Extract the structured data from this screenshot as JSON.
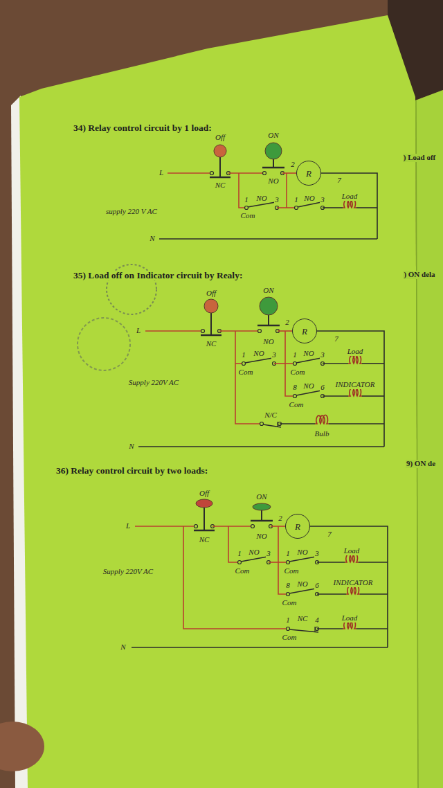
{
  "diagram": {
    "nodes": [
      {
        "text": [
          "R"
        ]
      },
      {
        "text": [
          "R"
        ]
      },
      {
        "text": [
          "R"
        ]
      }
    ],
    "labels": [
      ") Load off",
      "34) Relay control circuit by 1 load:",
      "Off",
      "ON",
      "L",
      "NC",
      "NO",
      "2",
      "7",
      "Load",
      "1",
      "NO",
      "3",
      "Com",
      "1",
      "NO",
      "3",
      "supply 220 V AC",
      "N",
      ") ON dela",
      "35) Load off on Indicator circuit by Realy:",
      "Off",
      "ON",
      "L",
      "NC",
      "NO",
      "2",
      "7",
      "1",
      "NO",
      "3",
      "Com",
      "1",
      "NO",
      "3",
      "Com",
      "Load",
      "8",
      "NO",
      "6",
      "Com",
      "INDICATOR",
      "Supply 220V AC",
      "N/C",
      "Bulb",
      "N",
      "9) ON de",
      "36) Relay control circuit by two loads:",
      "Off",
      "ON",
      "L",
      "NC",
      "NO",
      "2",
      "7",
      "1",
      "NO",
      "3",
      "Com",
      "1",
      "NO",
      "3",
      "Com",
      "Load",
      "8",
      "NO",
      "6",
      "Com",
      "INDICATOR",
      "Supply 220V AC",
      "1",
      "NC",
      "4",
      "Com",
      "Load",
      "N"
    ]
  }
}
